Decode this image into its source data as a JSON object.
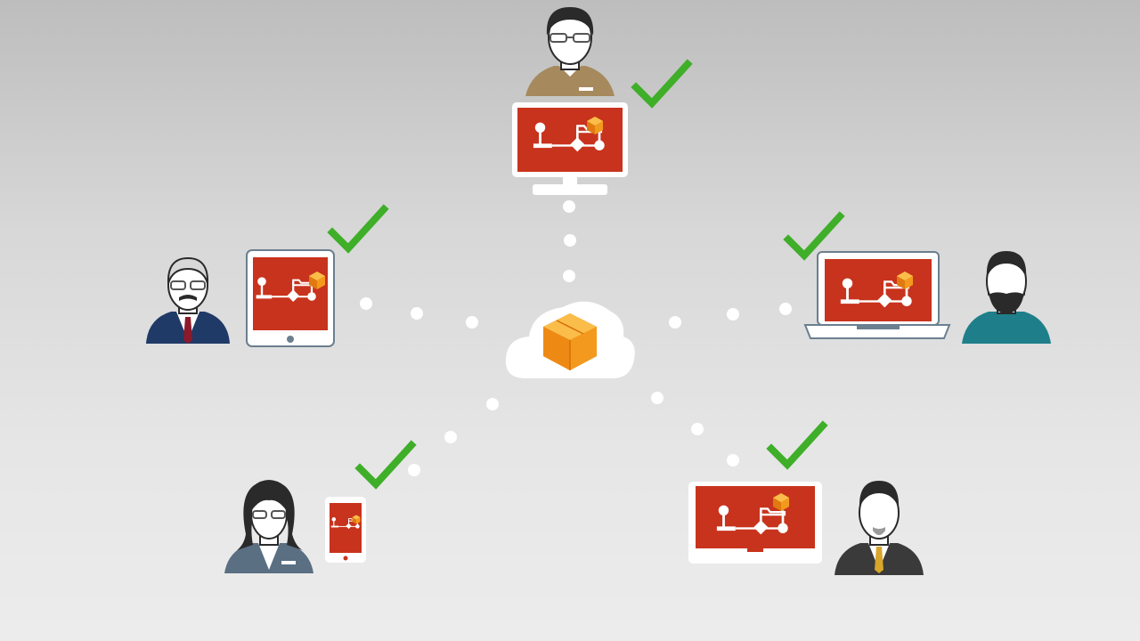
{
  "colors": {
    "screen_red": "#c8331d",
    "device_white": "#ffffff",
    "device_gray": "#e8e8e8",
    "device_border": "#6b7f8f",
    "check_green": "#3fae29",
    "dot_white": "#ffffff",
    "cube_orange": "#f39a1e",
    "cube_dark": "#e07a10",
    "cube_light": "#fbbd4a",
    "shirt_tan": "#a68a5e",
    "suit_navy": "#1f3a66",
    "tie_red": "#8c1a2a",
    "shirt_teal": "#1e7f8a",
    "jacket_slate": "#5a6f82",
    "suit_charcoal": "#3a3a3a",
    "tie_gold": "#d9a52b",
    "skin": "#ffffff",
    "hair": "#2a2a2a"
  },
  "icons": {
    "cloud": "cloud-icon",
    "cube": "cube-icon",
    "check": "check-icon",
    "workflow": "workflow-icon"
  },
  "nodes": [
    {
      "id": "top",
      "device": "desktop-monitor",
      "person": "man-glasses-tan-shirt",
      "synced": true
    },
    {
      "id": "left",
      "device": "tablet",
      "person": "man-glasses-mustache-suit",
      "synced": true
    },
    {
      "id": "right",
      "device": "laptop",
      "person": "man-beard-teal-shirt",
      "synced": true
    },
    {
      "id": "bottom-left",
      "device": "smartphone",
      "person": "woman-glasses-jacket",
      "synced": true
    },
    {
      "id": "bottom-right",
      "device": "widescreen-display",
      "person": "man-goatee-suit",
      "synced": true
    }
  ]
}
